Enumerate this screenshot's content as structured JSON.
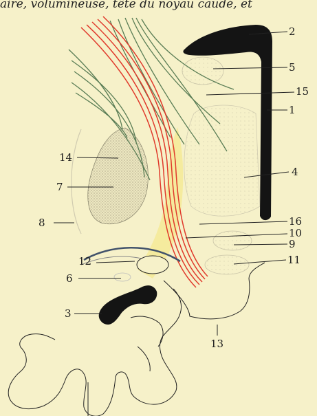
{
  "caption": "aire, volumineuse, tête du noyau caudé, et",
  "labels": {
    "l1": "1",
    "l2": "2",
    "l3": "3",
    "l4": "4",
    "l5": "5",
    "l6": "6",
    "l7": "7",
    "l8": "8",
    "l9": "9",
    "l10": "10",
    "l11": "11",
    "l12": "12",
    "l13": "13",
    "l14": "14",
    "l15": "15",
    "l16": "16"
  },
  "colors": {
    "background": "#f6f1c9",
    "pyramidal_fibers": "#e0392b",
    "association_fibers": "#5a7d55",
    "highlight": "#f3e56a",
    "ventricle": "#141414"
  }
}
